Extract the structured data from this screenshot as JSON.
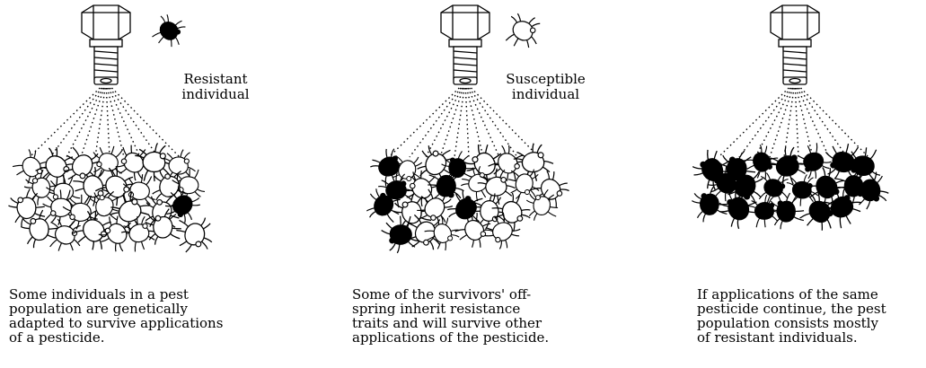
{
  "panels": [
    {
      "callout": [
        "Resistant",
        "individual"
      ],
      "caption": [
        "Some individuals in a pest",
        "population are genetically",
        "adapted to survive applications",
        "of a pesticide."
      ]
    },
    {
      "callout": [
        "Susceptible",
        "individual"
      ],
      "caption": [
        "Some of the survivors' off-",
        "spring inherit resistance",
        "traits and will survive other",
        "applications of the pesticide."
      ]
    },
    {
      "callout": [],
      "caption": [
        "If applications of the same",
        "pesticide continue, the pest",
        "population consists mostly",
        "of resistant individuals."
      ]
    }
  ],
  "icons": {
    "nozzle": "spray-nozzle-icon",
    "resistant": "resistant-pest-icon",
    "susceptible": "susceptible-pest-icon"
  },
  "colors": {
    "resistant_fill": "#000000",
    "susceptible_fill": "#ffffff",
    "line": "#000000"
  }
}
